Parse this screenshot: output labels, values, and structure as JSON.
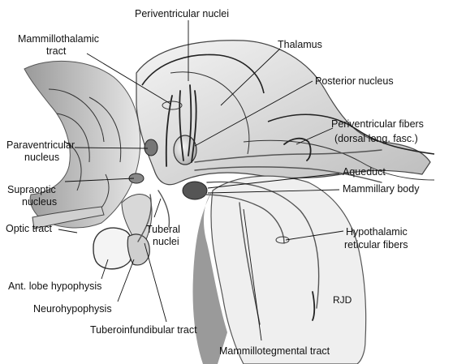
{
  "labels": {
    "periventricular_nuclei": "Periventricular nuclei",
    "mammillothalamic_tract_1": "Mammillothalamic",
    "mammillothalamic_tract_2": "tract",
    "thalamus": "Thalamus",
    "posterior_nucleus": "Posterior nucleus",
    "paraventricular_nucleus_1": "Paraventricular",
    "paraventricular_nucleus_2": "nucleus",
    "periventricular_fibers_1": "Periventricular fibers",
    "periventricular_fibers_2": "(dorsal long. fasc.)",
    "aqueduct": "Aqueduct",
    "supraoptic_nucleus_1": "Supraoptic",
    "supraoptic_nucleus_2": "nucleus",
    "mammillary_body": "Mammillary body",
    "optic_tract": "Optic tract",
    "tuberal_nuclei_1": "Tuberal",
    "tuberal_nuclei_2": "nuclei",
    "hypothalamic_reticular_fibers_1": "Hypothalamic",
    "hypothalamic_reticular_fibers_2": "reticular fibers",
    "ant_lobe_hypophysis": "Ant. lobe hypophysis",
    "neurohypophysis": "Neurohypophysis",
    "tuberoinfundibular_tract": "Tuberoinfundibular tract",
    "mammillotegmental_tract": "Mammillotegmental tract"
  },
  "signature": "RJD"
}
